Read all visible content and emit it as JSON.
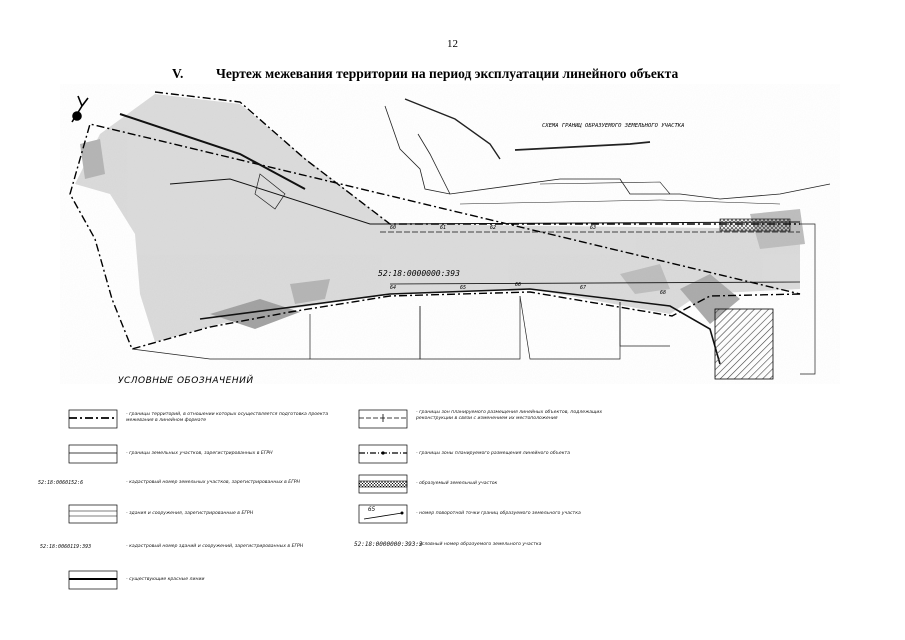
{
  "page": {
    "number": "12",
    "section_num": "V.",
    "title": "Чертеж межевания территории на период эксплуатации линейного объекта"
  },
  "map": {
    "scheme_label": "СХЕМА ГРАНИЦ ОБРАЗУЕМОГО ЗЕМЕЛЬНОГО УЧАСТКА",
    "parcel_label": "52:18:0000000:393",
    "point_labels": [
      "60",
      "61",
      "62",
      "63",
      "64",
      "65",
      "66",
      "67",
      "68"
    ]
  },
  "legend": {
    "title": "УСЛОВНЫЕ ОБОЗНАЧЕНИЙ",
    "items": [
      {
        "text": "- границы территорий, в отношении которых осуществляется подготовка проекта межевания в линейном формате"
      },
      {
        "text": "- границы зон планируемого размещения линейных объектов, подлежащих реконструкции в связи с изменением их местоположения"
      },
      {
        "text": "- границы земельных участков, зарегистрированных в ЕГРН"
      },
      {
        "text": "- границы зоны планируемого размещения линейного объекта"
      },
      {
        "code": "52:18:0060152:6",
        "text": "- кадастровый номер земельных участков, зарегистрированных в ЕГРН"
      },
      {
        "text": "- образуемый земельный участок"
      },
      {
        "text": "- здания и сооружения, зарегистрированные в ЕГРН"
      },
      {
        "badge": "65",
        "text": "- номер поворотной точки границ образуемого земельного участка"
      },
      {
        "code": "52:18:0060119:393",
        "text": "- кадастровый номер зданий и сооружений, зарегистрированных в ЕГРН"
      },
      {
        "code": "52:18:0000000:393:3",
        "text": "- условный номер образуемого земельного участка"
      },
      {
        "text": "- существующие красные линии"
      }
    ]
  }
}
